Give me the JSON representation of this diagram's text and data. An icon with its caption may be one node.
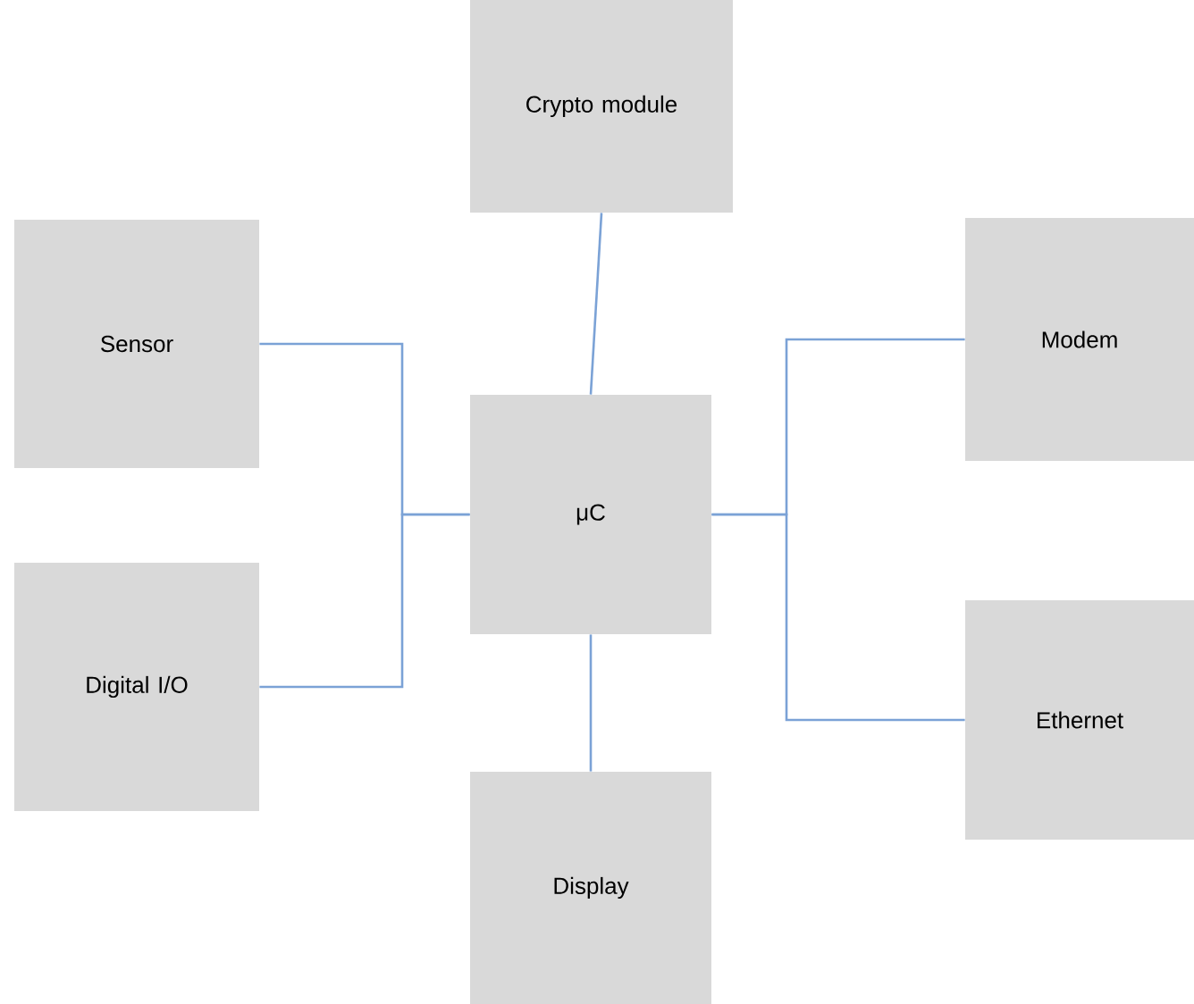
{
  "diagram": {
    "nodes": [
      {
        "text": [
          "Crypto module"
        ]
      },
      {
        "text": [
          "Sensor"
        ]
      },
      {
        "text": [
          "μC"
        ]
      },
      {
        "text": [
          "Modem"
        ]
      },
      {
        "text": [
          "Digital I/O"
        ]
      },
      {
        "text": [
          "Ethernet"
        ]
      },
      {
        "text": [
          "Display"
        ]
      }
    ],
    "edges": [
      {
        "from": 0,
        "to": 2,
        "arrow": "none"
      },
      {
        "from": 1,
        "to": 2,
        "arrow": "none"
      },
      {
        "from": 4,
        "to": 2,
        "arrow": "none"
      },
      {
        "from": 2,
        "to": 3,
        "arrow": "none"
      },
      {
        "from": 2,
        "to": 5,
        "arrow": "none"
      },
      {
        "from": 2,
        "to": 6,
        "arrow": "none"
      }
    ]
  }
}
